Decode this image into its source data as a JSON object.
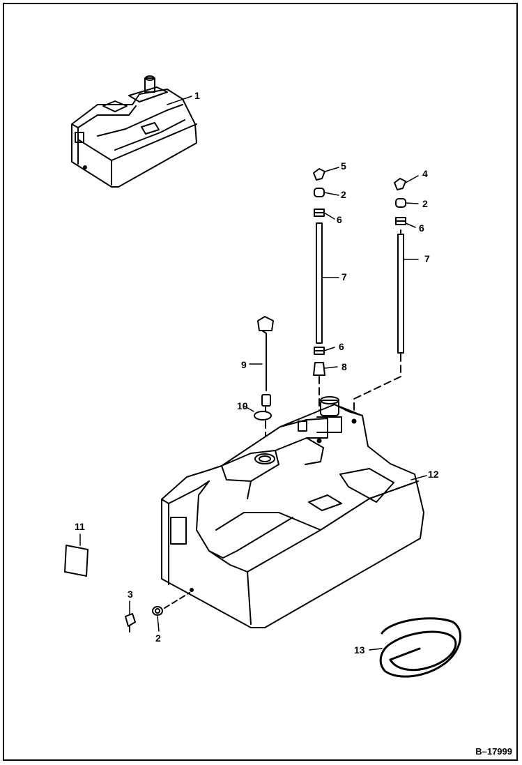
{
  "callouts": {
    "c1": "1",
    "c5": "5",
    "c2a": "2",
    "c6a": "6",
    "c7a": "7",
    "c6b": "6",
    "c8": "8",
    "c4": "4",
    "c2b": "2",
    "c6c": "6",
    "c7b": "7",
    "c9": "9",
    "c10": "10",
    "c12": "12",
    "c11": "11",
    "c3": "3",
    "c2c": "2",
    "c13": "13"
  },
  "figure_number": "B–17999"
}
